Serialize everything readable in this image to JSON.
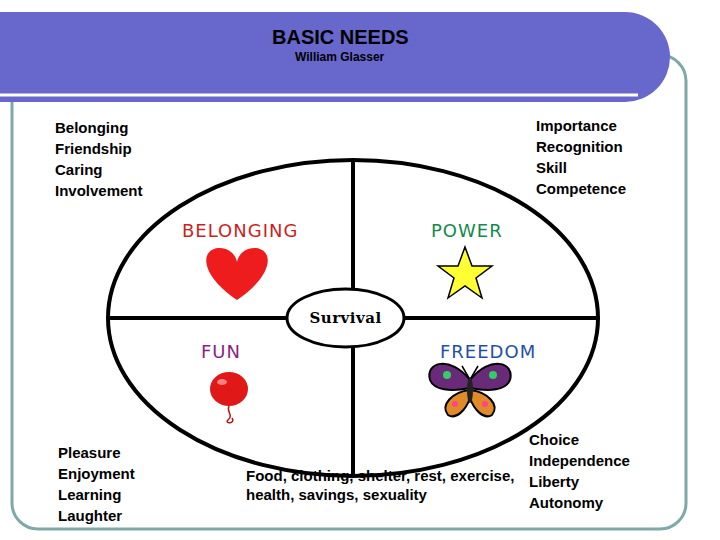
{
  "diagram": {
    "title": "BASIC NEEDS",
    "nodes": [
      {
        "text": [
          "Survival"
        ]
      }
    ],
    "labels": [
      "William Glasser",
      "Belonging",
      "Friendship",
      "Caring",
      "Involvement",
      "Importance",
      "Recognition",
      "Skill",
      "Competence",
      "BELONGING",
      "POWER",
      "FUN",
      "FREEDOM",
      "Pleasure",
      "Enjoyment",
      "Learning",
      "Laughter",
      "Choice",
      "Independence",
      "Liberty",
      "Autonomy",
      "Food, clothing, shelter, rest, exercise, health, savings, sexuality"
    ]
  }
}
